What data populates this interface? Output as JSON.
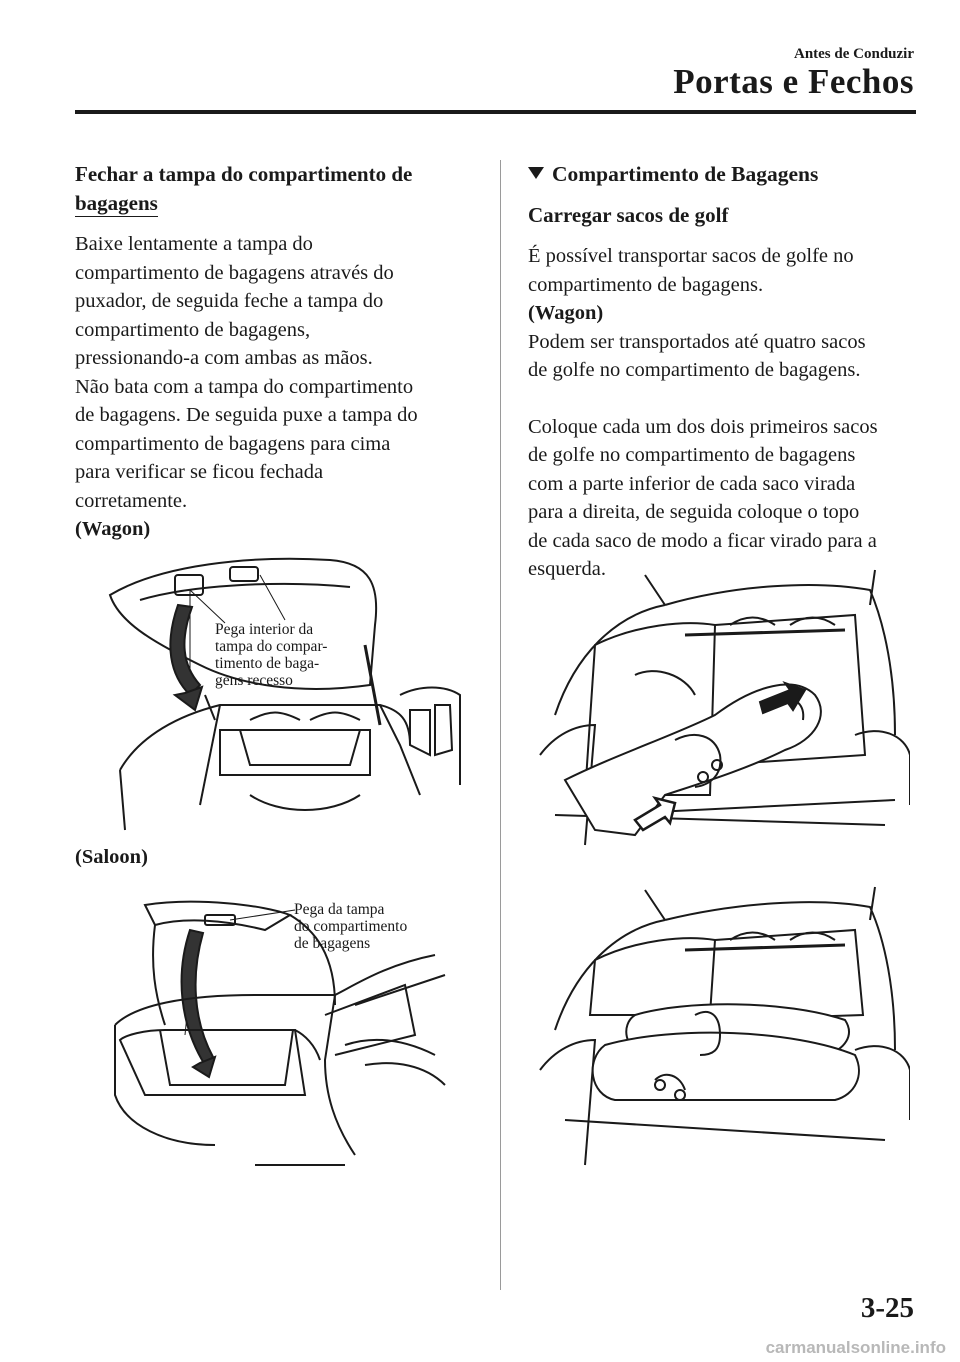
{
  "header": {
    "subtitle": "Antes de Conduzir",
    "title": "Portas e Fechos"
  },
  "left": {
    "section_title_line1": "Fechar a tampa do compartimento de",
    "section_title_line2": "bagagens",
    "paragraph_lines": [
      "Baixe lentamente a tampa do",
      "compartimento de bagagens através do",
      "puxador, de seguida feche a tampa do",
      "compartimento de bagagens,",
      "pressionando-a com ambas as mãos.",
      "Não bata com a tampa do compartimento",
      "de bagagens. De seguida puxe a tampa do",
      "compartimento de bagagens para cima",
      "para verificar se ficou fechada",
      "corretamente."
    ],
    "wagon_label": "(Wagon)",
    "wagon_callout": [
      "Pega interior da",
      "tampa do compar-",
      "timento de baga-",
      "gens recesso"
    ],
    "saloon_label": "(Saloon)",
    "saloon_callout": [
      "Pega da tampa",
      "do compartimento",
      "de bagagens"
    ]
  },
  "right": {
    "section_title": "Compartimento de Bagagens",
    "subsection_title": "Carregar sacos de golf",
    "para1_lines": [
      "É possível transportar sacos de golfe no",
      "compartimento de bagagens."
    ],
    "wagon_label": "(Wagon)",
    "para2_lines": [
      "Podem ser transportados até quatro sacos",
      "de golfe no compartimento de bagagens."
    ],
    "para3_lines": [
      "Coloque cada um dos dois primeiros sacos",
      "de golfe no compartimento de bagagens",
      "com a parte inferior de cada saco virada",
      "para a direita, de seguida coloque o topo",
      "de cada saco de modo a ficar virado para a",
      "esquerda."
    ]
  },
  "footer": {
    "page_number": "3-25",
    "watermark": "carmanualsonline.info"
  }
}
